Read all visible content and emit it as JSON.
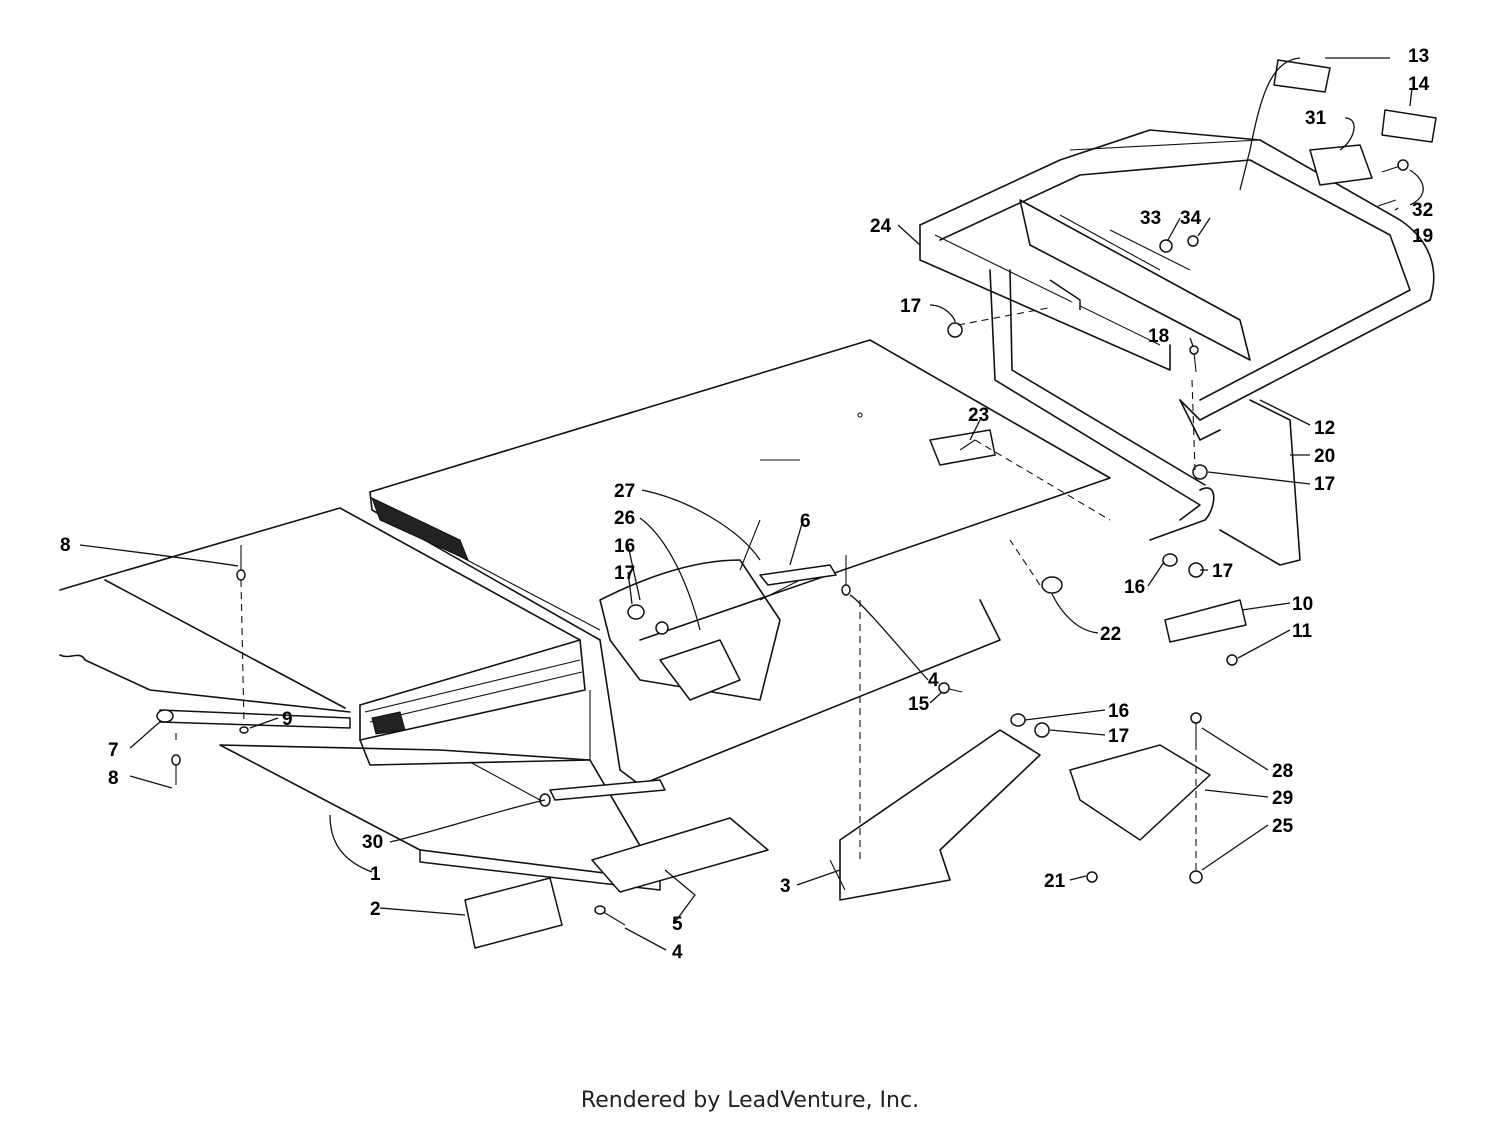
{
  "footer_text": "Rendered by LeadVenture, Inc.",
  "callouts": [
    {
      "id": "c13",
      "text": "13"
    },
    {
      "id": "c14",
      "text": "14"
    },
    {
      "id": "c31",
      "text": "31"
    },
    {
      "id": "c32",
      "text": "32"
    },
    {
      "id": "c19",
      "text": "19"
    },
    {
      "id": "c33",
      "text": "33"
    },
    {
      "id": "c34",
      "text": "34"
    },
    {
      "id": "c24",
      "text": "24"
    },
    {
      "id": "c17a",
      "text": "17"
    },
    {
      "id": "c18",
      "text": "18"
    },
    {
      "id": "c23",
      "text": "23"
    },
    {
      "id": "c12",
      "text": "12"
    },
    {
      "id": "c20",
      "text": "20"
    },
    {
      "id": "c17b",
      "text": "17"
    },
    {
      "id": "c27",
      "text": "27"
    },
    {
      "id": "c26",
      "text": "26"
    },
    {
      "id": "c6",
      "text": "6"
    },
    {
      "id": "c16a",
      "text": "16"
    },
    {
      "id": "c17c",
      "text": "17"
    },
    {
      "id": "c8a",
      "text": "8"
    },
    {
      "id": "c16b",
      "text": "16"
    },
    {
      "id": "c17d",
      "text": "17"
    },
    {
      "id": "c22",
      "text": "22"
    },
    {
      "id": "c10",
      "text": "10"
    },
    {
      "id": "c11",
      "text": "11"
    },
    {
      "id": "c4a",
      "text": "4"
    },
    {
      "id": "c15",
      "text": "15"
    },
    {
      "id": "c16c",
      "text": "16"
    },
    {
      "id": "c17e",
      "text": "17"
    },
    {
      "id": "c7",
      "text": "7"
    },
    {
      "id": "c9",
      "text": "9"
    },
    {
      "id": "c8b",
      "text": "8"
    },
    {
      "id": "c28",
      "text": "28"
    },
    {
      "id": "c29",
      "text": "29"
    },
    {
      "id": "c25",
      "text": "25"
    },
    {
      "id": "c30",
      "text": "30"
    },
    {
      "id": "c1",
      "text": "1"
    },
    {
      "id": "c3",
      "text": "3"
    },
    {
      "id": "c21",
      "text": "21"
    },
    {
      "id": "c2",
      "text": "2"
    },
    {
      "id": "c5",
      "text": "5"
    },
    {
      "id": "c4b",
      "text": "4"
    }
  ]
}
